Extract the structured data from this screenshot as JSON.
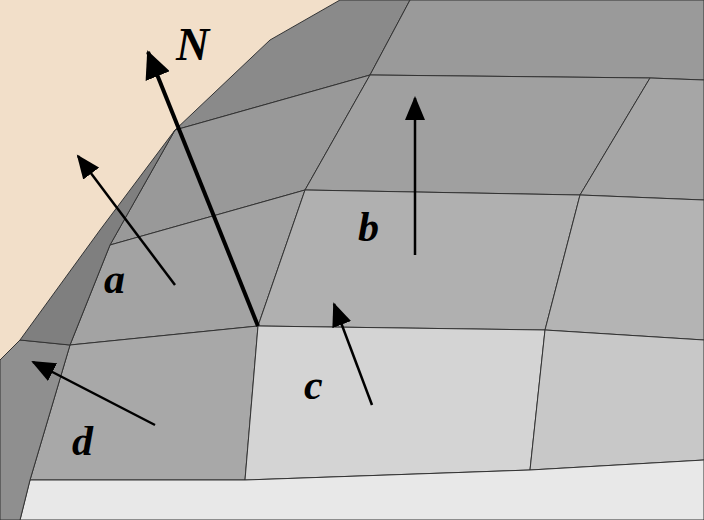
{
  "diagram": {
    "labels": [
      "N",
      "a",
      "b",
      "c",
      "d"
    ]
  }
}
